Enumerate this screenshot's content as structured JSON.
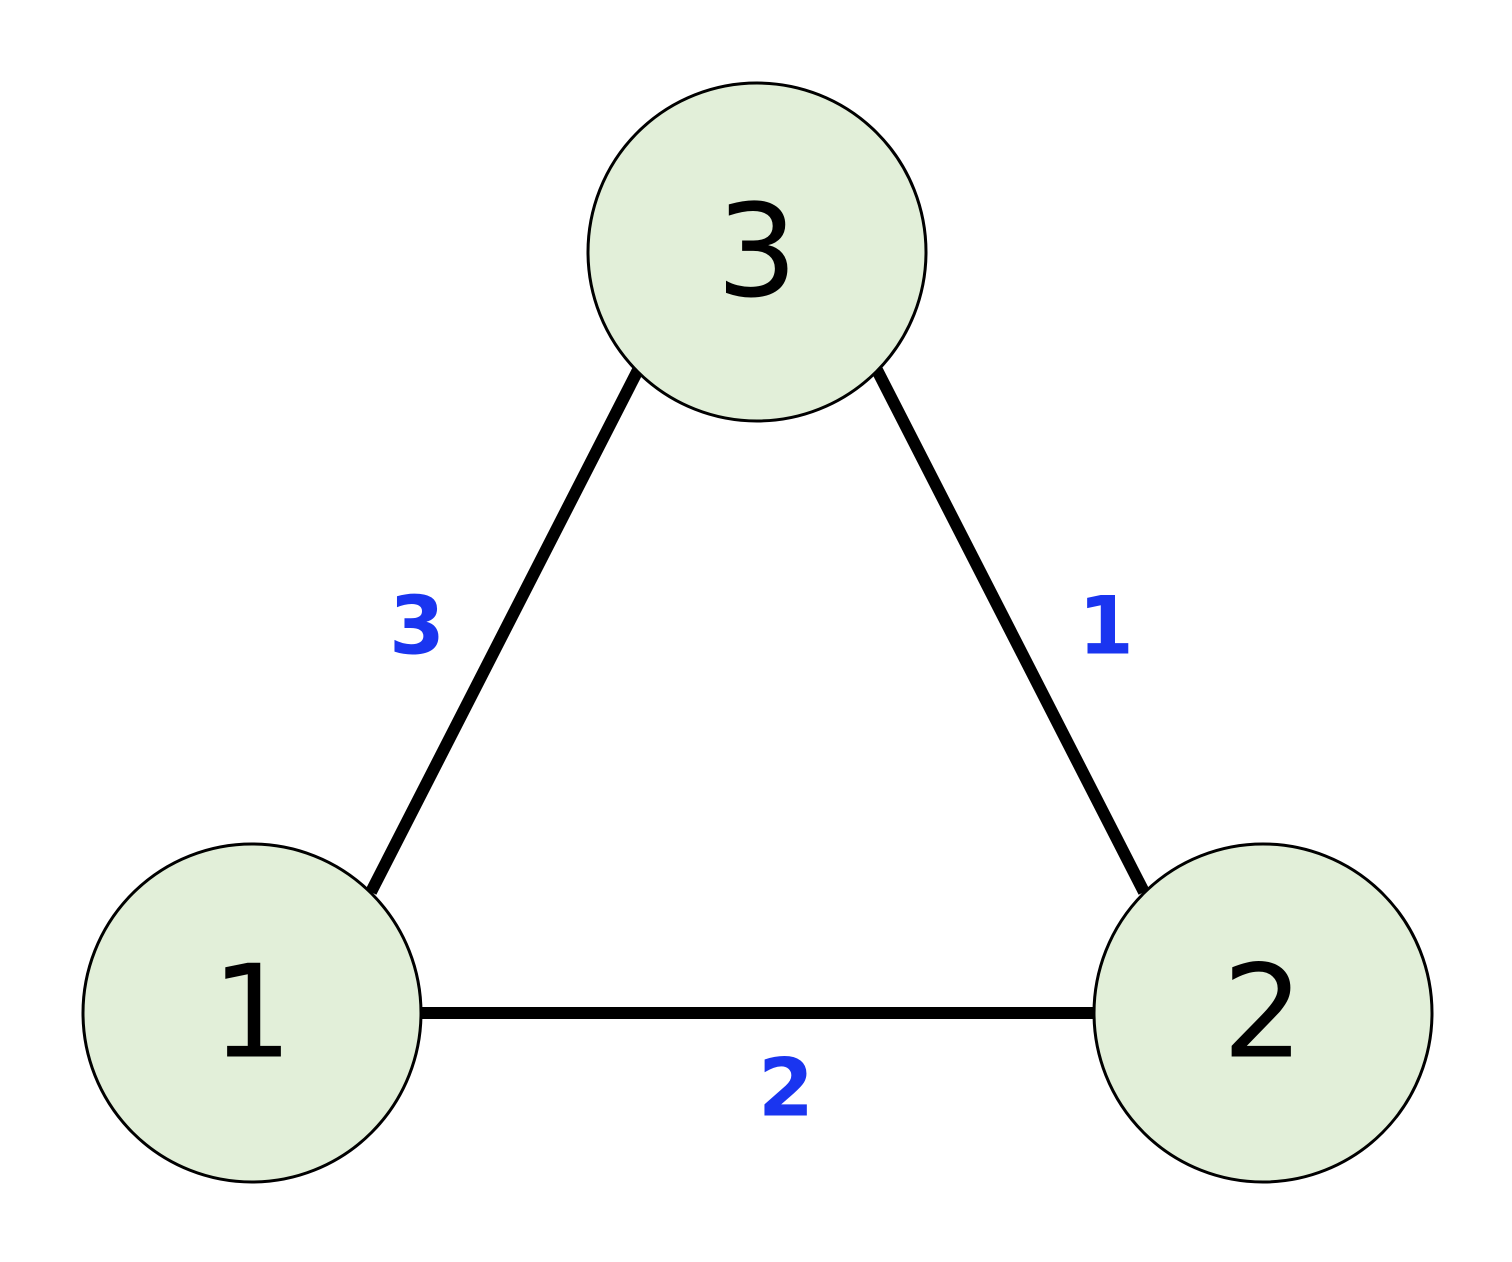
{
  "colors": {
    "node_fill": "#e2efd9",
    "node_stroke": "#000000",
    "edge_stroke": "#000000",
    "edge_label": "#1a35f0"
  },
  "nodes": [
    {
      "id": "1",
      "label": "1"
    },
    {
      "id": "2",
      "label": "2"
    },
    {
      "id": "3",
      "label": "3"
    }
  ],
  "edges": [
    {
      "from": "1",
      "to": "3",
      "weight": "3"
    },
    {
      "from": "3",
      "to": "2",
      "weight": "1"
    },
    {
      "from": "1",
      "to": "2",
      "weight": "2"
    }
  ]
}
